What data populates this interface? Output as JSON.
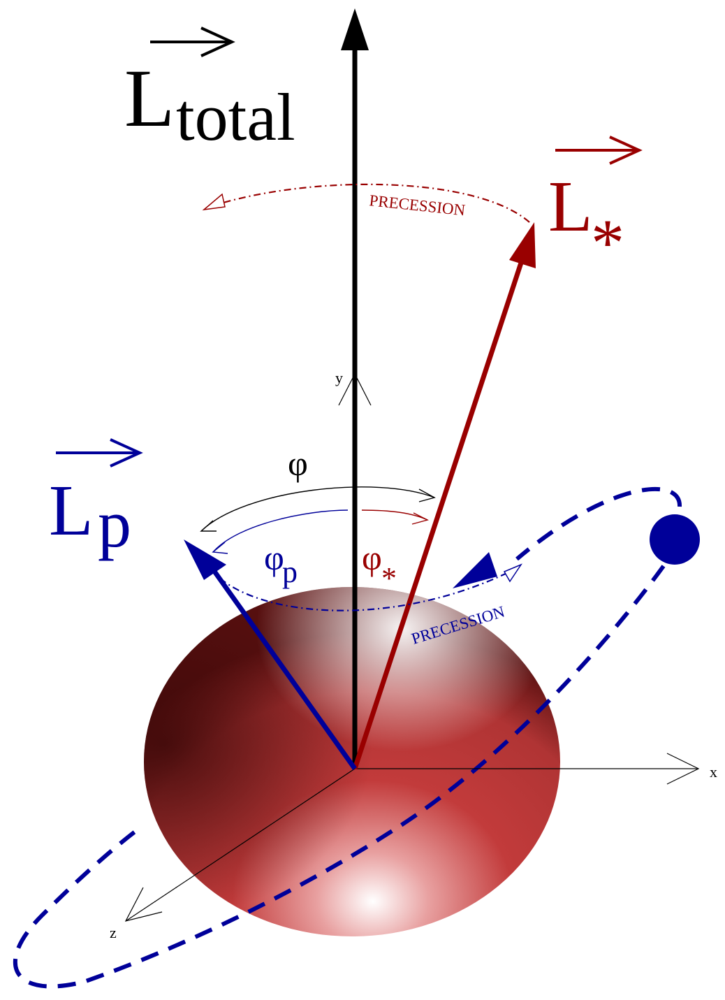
{
  "labels": {
    "l_total_main": "L",
    "l_total_sub": "total",
    "l_star_main": "L",
    "l_star_sub": "*",
    "l_p_main": "L",
    "l_p_sub": "p",
    "phi": "φ",
    "phi_p_main": "φ",
    "phi_p_sub": "p",
    "phi_star_main": "φ",
    "phi_star_sub": "*",
    "precession_star": "PRECESSION",
    "precession_planet": "PRECESSION",
    "axis_x": "x",
    "axis_y": "y",
    "axis_z": "z"
  },
  "colors": {
    "total": "#000000",
    "star": "#990000",
    "planet": "#000099",
    "star_body_light": "#ffffff",
    "star_body_mid": "#c23b3b",
    "star_body_dark": "#5a1010"
  }
}
